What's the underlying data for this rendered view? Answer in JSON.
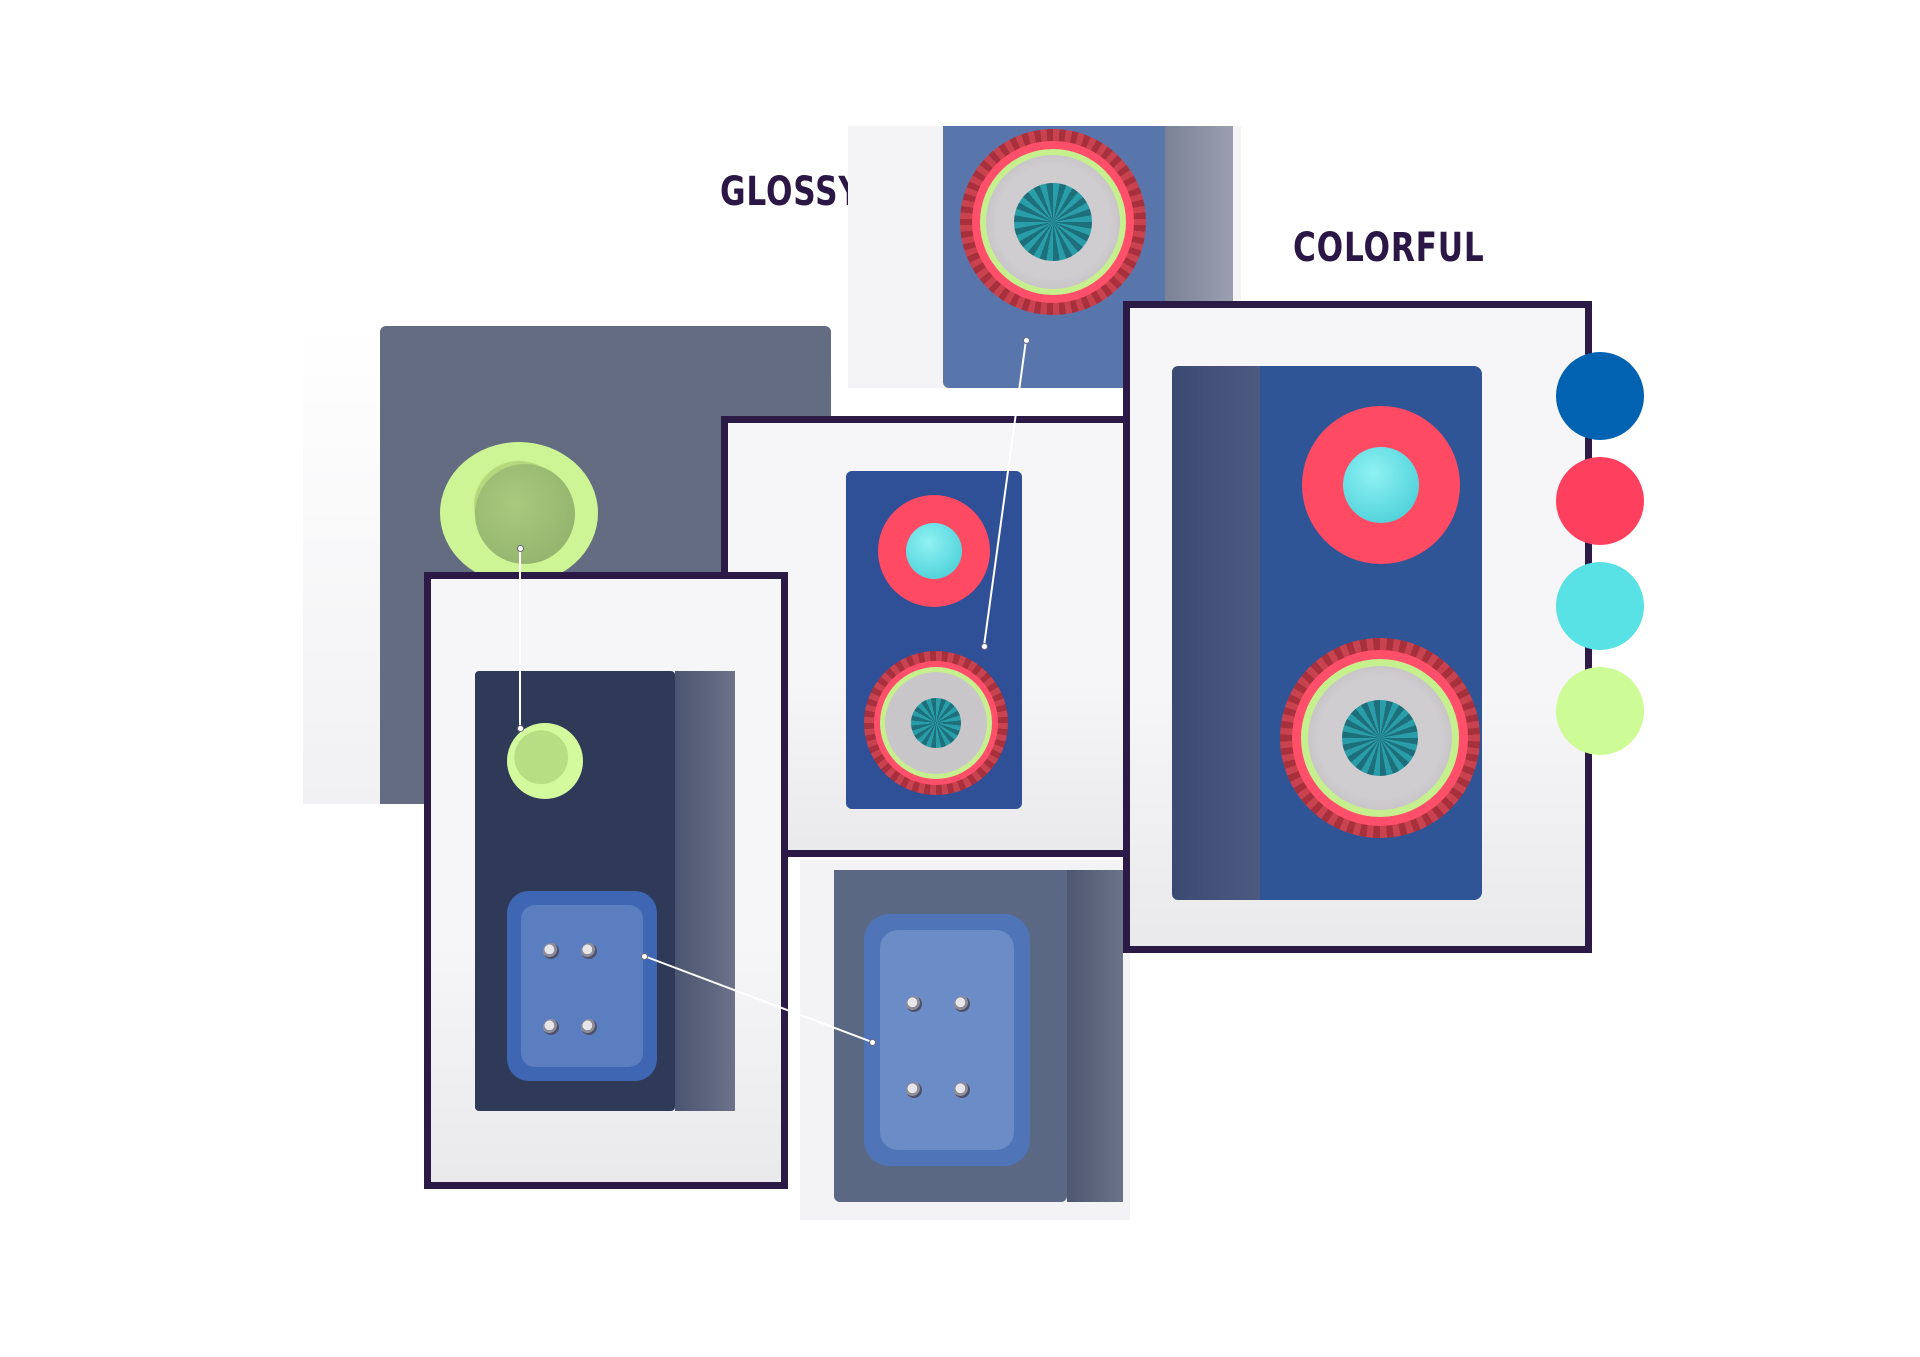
{
  "labels": {
    "glossy": "GLOSSY",
    "colorful": "COLORFUL"
  },
  "palette": {
    "swatches": [
      {
        "name": "blue",
        "color": "#0062b0"
      },
      {
        "name": "coral",
        "color": "#ff3f5e"
      },
      {
        "name": "cyan",
        "color": "#58e2e6"
      },
      {
        "name": "lime",
        "color": "#cdfb96"
      }
    ]
  },
  "colors": {
    "frame": "#2c1a46",
    "cabinet_blue": "#2f5597",
    "cabinet_dark": "#2d3a57",
    "cabinet_gray": "#5f6b80"
  }
}
